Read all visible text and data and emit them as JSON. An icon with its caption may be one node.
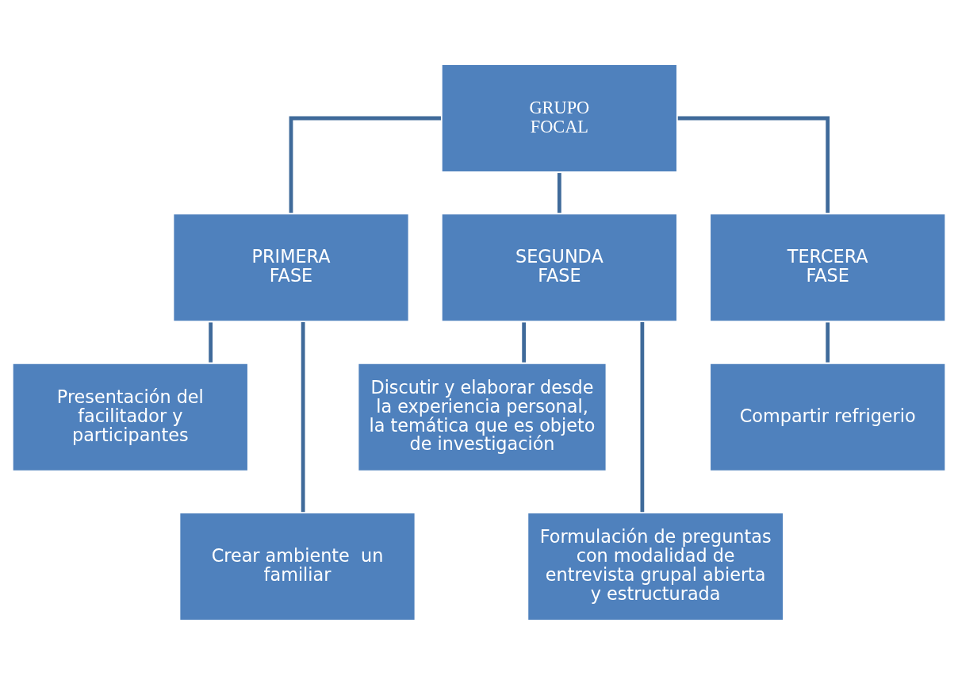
{
  "diagram": {
    "nodes": [
      {
        "text": [
          "GRUPO FOCAL"
        ]
      },
      {
        "text": [
          "PRIMERA FASE"
        ]
      },
      {
        "text": [
          "SEGUNDA FASE"
        ]
      },
      {
        "text": [
          "TERCERA FASE"
        ]
      },
      {
        "text": [
          "Presentación del facilitador y participantes"
        ]
      },
      {
        "text": [
          "Crear ambiente  un familiar"
        ]
      },
      {
        "text": [
          "Discutir y elaborar desde la experiencia personal, la temática que es objeto de investigación"
        ]
      },
      {
        "text": [
          "Formulación de preguntas con modalidad de entrevista grupal abierta y estructurada"
        ]
      },
      {
        "text": [
          "Compartir refrigerio"
        ]
      }
    ],
    "edges": [
      {
        "from": 0,
        "to": 1,
        "arrow": "none"
      },
      {
        "from": 0,
        "to": 2,
        "arrow": "none"
      },
      {
        "from": 0,
        "to": 3,
        "arrow": "none"
      },
      {
        "from": 1,
        "to": 4,
        "arrow": "none"
      },
      {
        "from": 1,
        "to": 5,
        "arrow": "none"
      },
      {
        "from": 2,
        "to": 6,
        "arrow": "none"
      },
      {
        "from": 2,
        "to": 7,
        "arrow": "none"
      },
      {
        "from": 3,
        "to": 8,
        "arrow": "none"
      }
    ]
  }
}
